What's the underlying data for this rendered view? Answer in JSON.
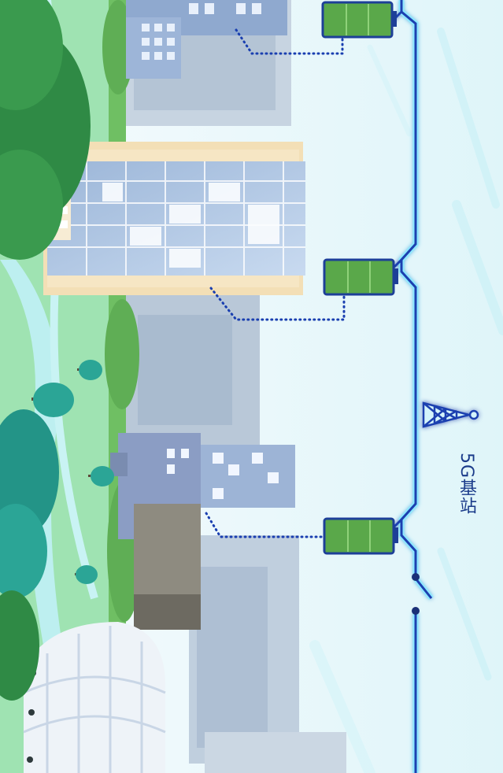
{
  "station": {
    "label": "5G基站",
    "icon": "cell-tower-icon"
  },
  "colors": {
    "wire": "#1a3fb0",
    "wire_glow": "#8fe8ff",
    "battery_green": "#5aa84a",
    "battery_border": "#1d3f98",
    "sky": "#eaf8fb",
    "grass": "#9fe3b2",
    "tree_dark": "#2f8a45",
    "tree_teal": "#2ba596"
  },
  "batteries": [
    {
      "name": "battery-top"
    },
    {
      "name": "battery-middle"
    },
    {
      "name": "battery-bottom"
    }
  ]
}
